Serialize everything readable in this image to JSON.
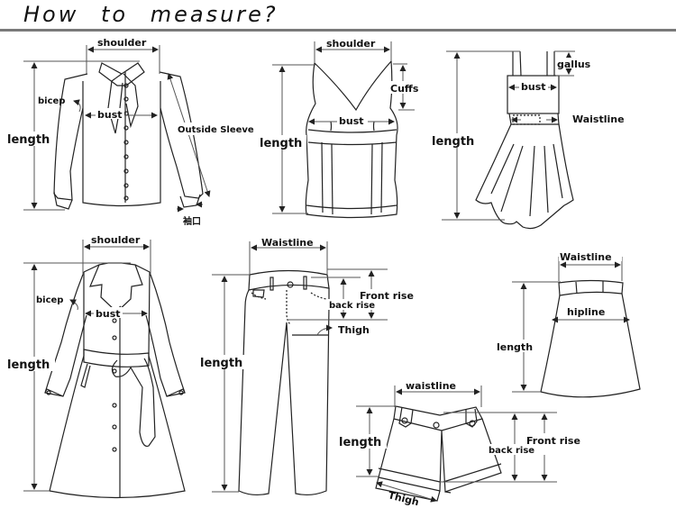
{
  "title": "How to measure?",
  "garments": {
    "shirt": {
      "name": "long-sleeve blouse",
      "labels": {
        "shoulder": "shoulder",
        "bicep": "bicep",
        "bust": "bust",
        "length": "length",
        "outside_sleeve": "Outside  Sleeve",
        "cuff": "袖口"
      }
    },
    "tank": {
      "name": "sleeveless top",
      "labels": {
        "shoulder": "shoulder",
        "cuffs": "Cuffs",
        "bust": "bust",
        "length": "length"
      }
    },
    "dress": {
      "name": "strap dress",
      "labels": {
        "gallus": "gallus",
        "bust": "bust",
        "waistline": "Waistline",
        "length": "length"
      }
    },
    "coat": {
      "name": "trench coat",
      "labels": {
        "shoulder": "shoulder",
        "bicep": "bicep",
        "bust": "bust",
        "length": "length"
      }
    },
    "pants": {
      "name": "trousers",
      "labels": {
        "waistline": "Waistline",
        "front_rise": "Front  rise",
        "back_rise": "back  rise",
        "thigh": "Thigh",
        "length": "length"
      }
    },
    "skirt": {
      "name": "skirt",
      "labels": {
        "waistline": "Waistline",
        "hipline": "hipline",
        "length": "length"
      }
    },
    "shorts": {
      "name": "shorts",
      "labels": {
        "waistline": "waistline",
        "length": "length",
        "front_rise": "Front  rise",
        "back_rise": "back  rise",
        "thigh": "Thigh"
      }
    }
  }
}
